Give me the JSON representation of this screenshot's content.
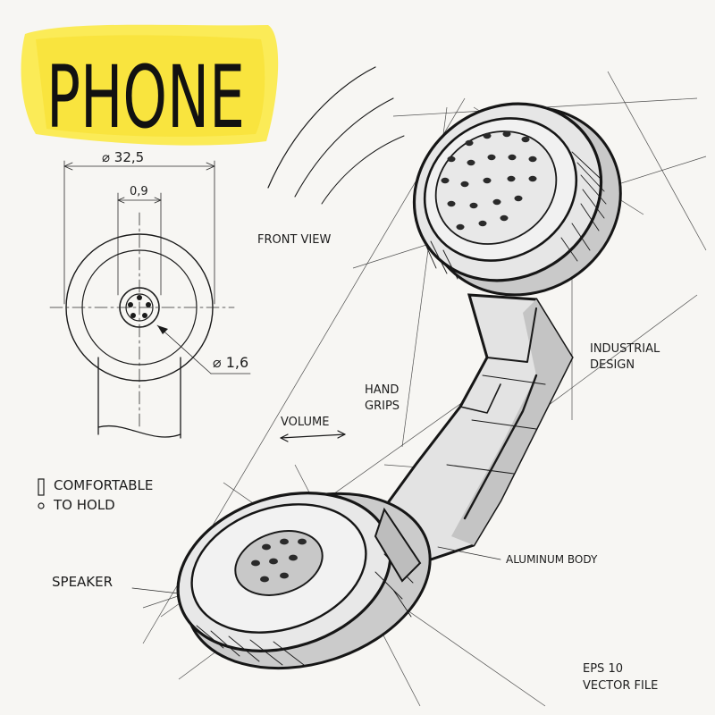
{
  "title": "PHONE",
  "dimensions": {
    "outer_diameter": "⌀ 32,5",
    "inner_width": "0,9",
    "hole_diameter": "⌀ 1,6"
  },
  "labels": {
    "front_view": "FRONT VIEW",
    "volume": "VOLUME",
    "hand_grips_line1": "HAND",
    "hand_grips_line2": "GRIPS",
    "industrial_line1": "INDUSTRIAL",
    "industrial_line2": "DESIGN",
    "comfortable_line1": "COMFORTABLE",
    "comfortable_line2": "TO HOLD",
    "speaker": "SPEAKER",
    "aluminum_body": "ALUMINUM BODY",
    "eps_line1": "EPS 10",
    "eps_line2": "VECTOR FILE"
  },
  "colors": {
    "highlight": "#fbe94a",
    "ink": "#1a1a1a",
    "body_fill": "#e4e4e4",
    "shade": "#c6c6c6"
  }
}
